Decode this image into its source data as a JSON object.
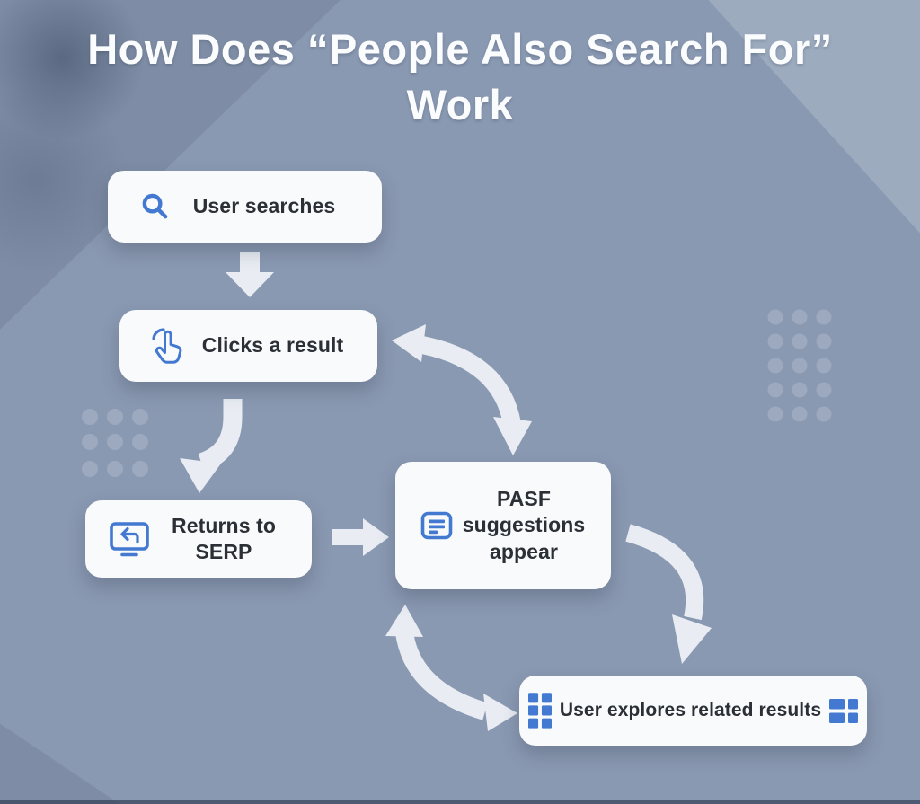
{
  "title": {
    "line1": "How Does “People Also Search For”",
    "line2": "Work"
  },
  "flow": {
    "nodes": [
      {
        "label": "User searches",
        "icon": "search-icon"
      },
      {
        "label": "Clicks a result",
        "icon": "tap-hand-icon"
      },
      {
        "label": "Returns to SERP",
        "icon": "monitor-return-icon"
      },
      {
        "label": "PASF suggestions appear",
        "icon": "chat-lines-icon"
      },
      {
        "label": "User explores related results",
        "icon_left": "grid-2x3-icon",
        "icon_right": "grid-2x2-icon"
      }
    ],
    "connections": [
      "user-searches -> clicks-a-result",
      "clicks-a-result -> returns-to-serp",
      "returns-to-serp -> pasf-suggestions-appear",
      "pasf-suggestions-appear <-> clicks-a-result",
      "pasf-suggestions-appear -> user-explores-related-results",
      "user-explores-related-results <-> pasf-suggestions-appear"
    ]
  },
  "colors": {
    "background": "#8a99b2",
    "background_dark": "#7e8da5",
    "background_light": "#9dabbf",
    "box": "#f9fafb",
    "text": "#2b2f36",
    "icon_blue": "#4379d1",
    "arrow": "#e9edf3",
    "title": "#fbfcfd"
  }
}
